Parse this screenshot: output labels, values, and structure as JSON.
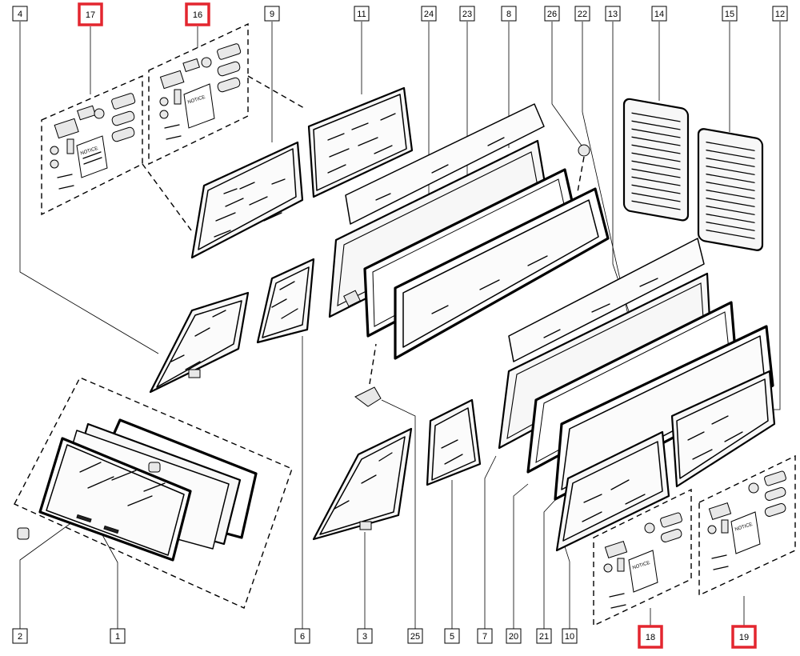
{
  "callouts_top": [
    "4",
    "17",
    "16",
    "9",
    "11",
    "24",
    "23",
    "8",
    "26",
    "22",
    "13",
    "14",
    "15",
    "12"
  ],
  "callouts_bottom": [
    "2",
    "1",
    "6",
    "3",
    "25",
    "5",
    "7",
    "20",
    "21",
    "10",
    "18",
    "19"
  ],
  "highlighted_callouts": [
    "17",
    "16",
    "18",
    "19"
  ],
  "kit_booklet_text": "NOTICE",
  "highlight_color": "#e3262f"
}
